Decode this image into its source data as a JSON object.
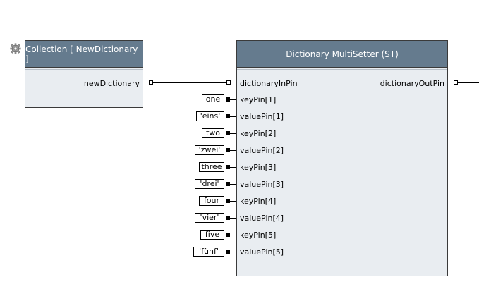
{
  "settings_icon": "gear-icon",
  "colors": {
    "header": "#657b8e",
    "body": "#e9edf1",
    "border": "#3a3a3a",
    "wire": "#000000"
  },
  "collection_node": {
    "title": "Collection [ NewDictionary ]",
    "output_pin": "newDictionary"
  },
  "setter_node": {
    "title": "Dictionary MultiSetter (ST)",
    "input_pin": "dictionaryInPin",
    "output_pin": "dictionaryOutPin",
    "pins": [
      {
        "label": "keyPin[1]",
        "constant": "one"
      },
      {
        "label": "valuePin[1]",
        "constant": "'eins'"
      },
      {
        "label": "keyPin[2]",
        "constant": "two"
      },
      {
        "label": "valuePin[2]",
        "constant": "'zwei'"
      },
      {
        "label": "keyPin[3]",
        "constant": "three"
      },
      {
        "label": "valuePin[3]",
        "constant": "'drei'"
      },
      {
        "label": "keyPin[4]",
        "constant": "four"
      },
      {
        "label": "valuePin[4]",
        "constant": "'vier'"
      },
      {
        "label": "keyPin[5]",
        "constant": "five"
      },
      {
        "label": "valuePin[5]",
        "constant": "'fünf'"
      }
    ]
  }
}
